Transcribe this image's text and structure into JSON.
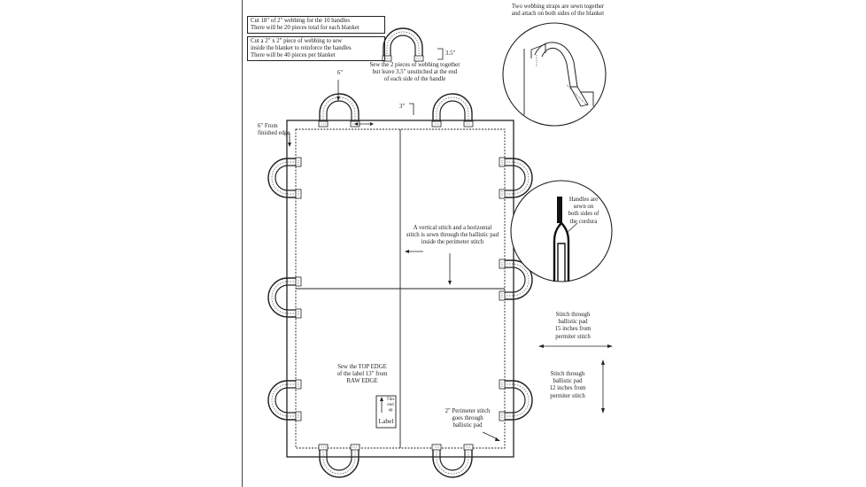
{
  "notes": {
    "cut_handles": "Cut 18\" of 2\" webbing for the 10 handles\nThere will be 20 pieces total for each blanket",
    "cut_reinforce": "Cut a 2\" x 2\" piece of webbing to sew\ninside the blanket to reinforce the handles\nThere will be 40 pieces per blanket",
    "sew_pieces": "Sew the 2 pieces of webbing together\nbut leave 3.5\" unstitched at the end\nof each side of the handle",
    "two_straps": "Two webbing straps are sewn together\nand attach on both sides of the blanket",
    "handles_sewn": "Handles are\nsewn on\nboth sides of\nthe cordura",
    "center_stitch": "A vertical stitch and a horizontal\nstitch is sewn through the ballistic pad\ninside the perimeter stitch",
    "label_note": "Sew the TOP EDGE\nof the label 13\" from\nRAW EDGE",
    "perimeter_stitch": "2\" Perimeter stitch\ngoes through\nballistic pad",
    "stitch_15": "Stitch through\nballistic pad\n15 inches from\npermiter stitch",
    "stitch_12": "Stitch through\nballistic pad\n12 inches from\npermiter stitch",
    "from_edge": "6\" From\nfinished edge"
  },
  "dims": {
    "d35": "3.5\"",
    "d3": "3\"",
    "d6": "6\""
  },
  "label": {
    "text": "Label",
    "this_end_up": "This\nend\nup"
  }
}
